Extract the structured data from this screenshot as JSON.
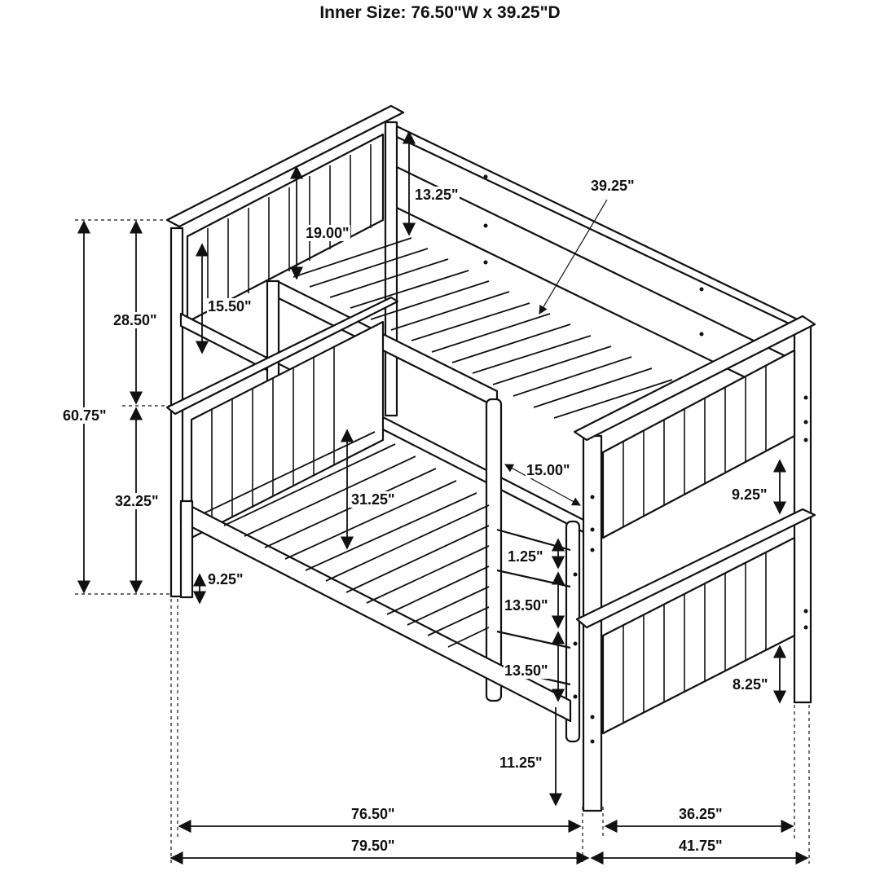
{
  "title": "Inner Size: 76.50\"W x 39.25\"D",
  "dimensions": {
    "overall_height": "60.75\"",
    "upper_bunk_height": "28.50\"",
    "lower_bunk_height": "32.25\"",
    "guardrail_height": "15.50\"",
    "headboard_upper": "19.00\"",
    "rail_clearance": "13.25\"",
    "inner_depth": "39.25\"",
    "lower_bunk_clearance": "31.25\"",
    "ladder_offset": "15.00\"",
    "footboard_rail_upper": "9.25\"",
    "ladder_top_gap": "1.25\"",
    "ladder_step_1": "13.50\"",
    "ladder_step_2": "13.50\"",
    "footboard_rail_lower": "8.25\"",
    "ladder_bottom": "11.25\"",
    "lower_leg_clearance": "9.25\"",
    "inner_length": "76.50\"",
    "inner_width": "36.25\"",
    "overall_length": "79.50\"",
    "overall_width": "41.75\""
  }
}
